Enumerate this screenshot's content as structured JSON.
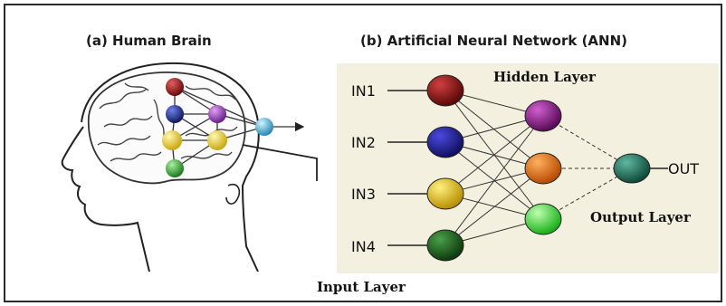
{
  "panel_a": {
    "title": "(a) Human Brain"
  },
  "panel_b": {
    "title": "(b) Artificial Neural Network (ANN)",
    "hidden_label": "Hidden Layer",
    "output_label": "Output Layer",
    "input_label": "Input Layer",
    "inputs": [
      "IN1",
      "IN2",
      "IN3",
      "IN4"
    ],
    "output_name": "OUT"
  },
  "colors": {
    "in1": "#7a1010",
    "in2": "#1a1a80",
    "in3": "#d8b410",
    "in4": "#1e5a1e",
    "hidden1": "#8a1a88",
    "hidden2": "#e06a1a",
    "hidden3": "#2ee02a",
    "output": "#1f6e5a",
    "brain_red": "#8a1515",
    "brain_blue": "#20308a",
    "brain_purple": "#9a4ab0",
    "brain_yellow": "#e6d040",
    "brain_green": "#3aa53a",
    "brain_cyan": "#4ab0d8"
  }
}
